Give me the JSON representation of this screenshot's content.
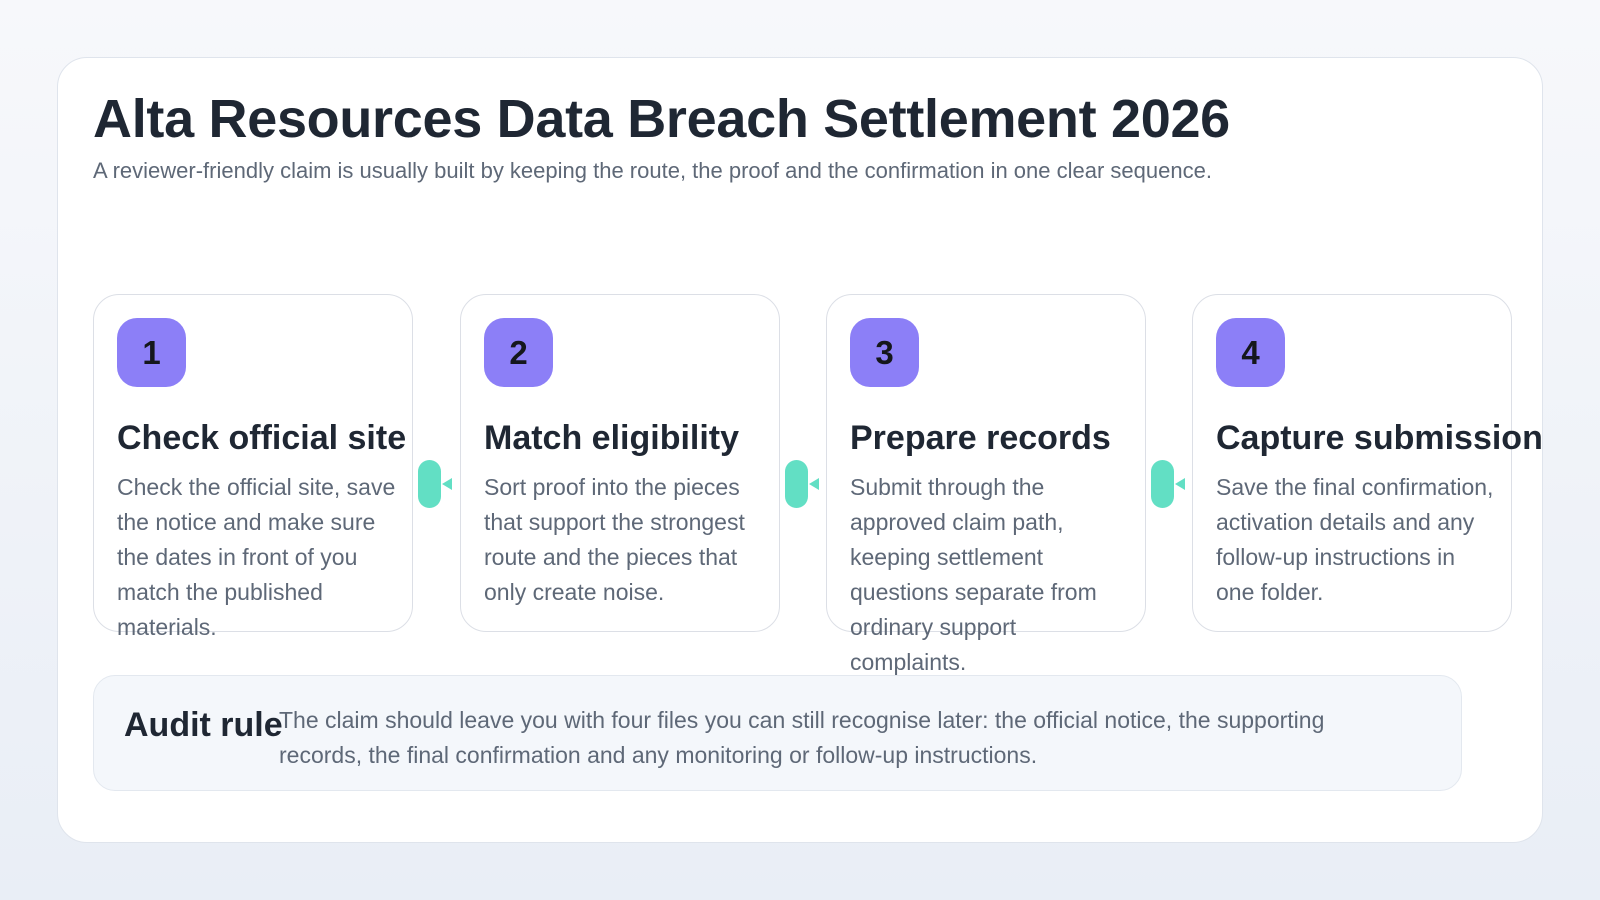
{
  "header": {
    "title": "Alta Resources Data Breach Settlement 2026",
    "subtitle": "A reviewer-friendly claim is usually built by keeping the route, the proof and the confirmation in one clear sequence."
  },
  "steps": [
    {
      "number": "1",
      "title": "Check official site",
      "text": "Check the official site, save the notice and make sure the dates in front of you match the published materials."
    },
    {
      "number": "2",
      "title": "Match eligibility",
      "text": "Sort proof into the pieces that support the strongest route and the pieces that only create noise."
    },
    {
      "number": "3",
      "title": "Prepare records",
      "text": "Submit through the approved claim path, keeping settlement questions separate from ordinary support complaints."
    },
    {
      "number": "4",
      "title": "Capture submission",
      "text": "Save the final confirmation, activation details and any follow-up instructions in one folder."
    }
  ],
  "audit": {
    "label": "Audit rule",
    "text": "The claim should leave you with four files you can still recognise later: the official notice, the supporting records, the final confirmation and any monitoring or follow-up instructions."
  },
  "colors": {
    "badge": "#8c7ff7",
    "connector": "#62dfc4",
    "title_text": "#1f2733",
    "body_text": "#5e6877"
  }
}
